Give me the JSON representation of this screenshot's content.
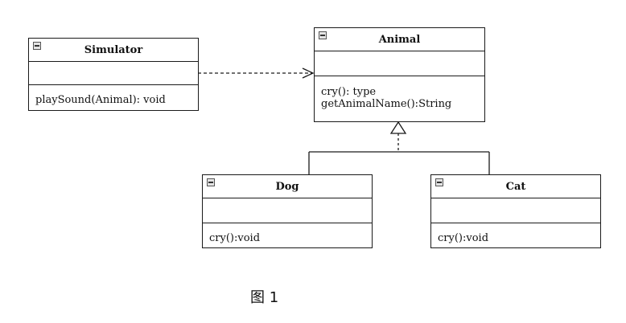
{
  "classes": {
    "simulator": {
      "name": "Simulator",
      "operations": [
        "playSound(Animal): void"
      ]
    },
    "animal": {
      "name": "Animal",
      "operations": [
        "cry(): type",
        "getAnimalName():String"
      ]
    },
    "dog": {
      "name": "Dog",
      "operations": [
        "cry():void"
      ]
    },
    "cat": {
      "name": "Cat",
      "operations": [
        "cry():void"
      ]
    }
  },
  "relationships": {
    "dependency": {
      "from": "Simulator",
      "to": "Animal",
      "kind": "dependency"
    },
    "generalization": {
      "children": [
        "Dog",
        "Cat"
      ],
      "parent": "Animal",
      "kind": "generalization"
    }
  },
  "caption": "图 1"
}
